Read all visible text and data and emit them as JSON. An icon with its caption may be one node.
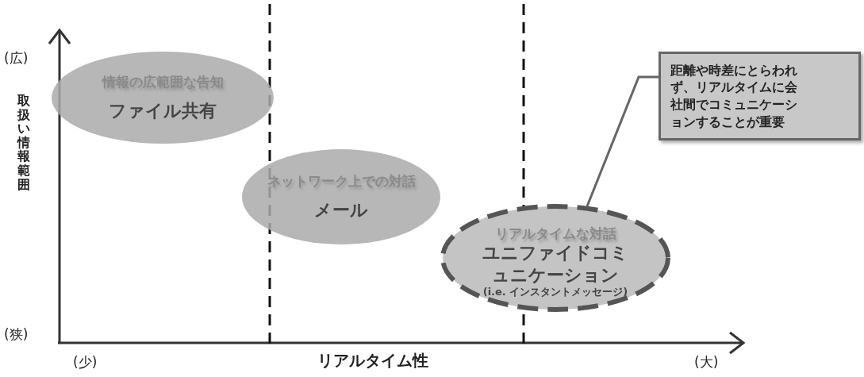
{
  "diagram": {
    "nodes": [
      {
        "text": [
          "情報の広範囲な告知",
          "ファイル共有"
        ]
      },
      {
        "text": [
          "ネットワーク上での対話",
          "メール"
        ]
      },
      {
        "text": [
          "リアルタイムな対話",
          "ユニファイドコミュニケーション",
          "(i.e. インスタントメッセージ)"
        ]
      },
      {
        "text": [
          "距離や時差にとらわれず、リアルタイムに会社間でコミュニケーションすることが重要"
        ]
      }
    ],
    "edges": [
      {
        "from": 3,
        "to": 2,
        "arrow": "none"
      }
    ],
    "labels": [
      "(広)",
      "(狭)",
      "取扱い情報範囲",
      "(少)",
      "リアルタイム性",
      "(大)"
    ]
  }
}
